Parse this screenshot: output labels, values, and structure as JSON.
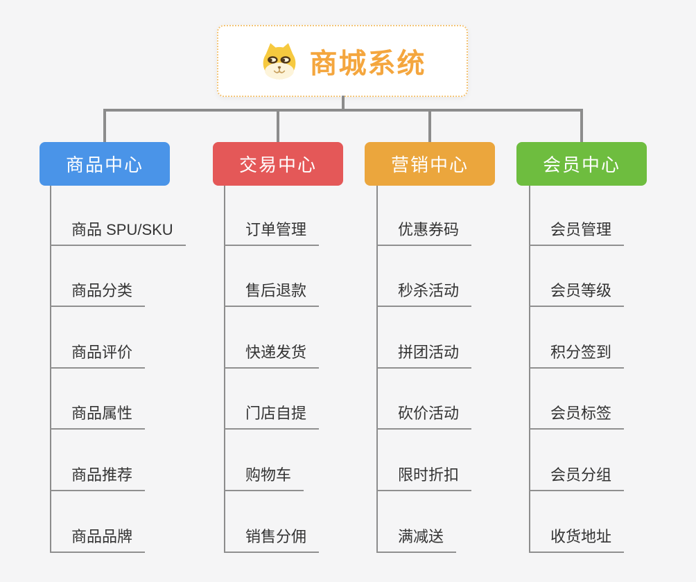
{
  "root": {
    "title": "商城系统",
    "icon": "dog-face-icon"
  },
  "branches": [
    {
      "label": "商品中心",
      "color": "#4a94e8",
      "items": [
        "商品 SPU/SKU",
        "商品分类",
        "商品评价",
        "商品属性",
        "商品推荐",
        "商品品牌"
      ]
    },
    {
      "label": "交易中心",
      "color": "#e45858",
      "items": [
        "订单管理",
        "售后退款",
        "快递发货",
        "门店自提",
        "购物车",
        "销售分佣"
      ]
    },
    {
      "label": "营销中心",
      "color": "#ebA63d",
      "items": [
        "优惠券码",
        "秒杀活动",
        "拼团活动",
        "砍价活动",
        "限时折扣",
        "满减送"
      ]
    },
    {
      "label": "会员中心",
      "color": "#6ebd3f",
      "items": [
        "会员管理",
        "会员等级",
        "积分签到",
        "会员标签",
        "会员分组",
        "收货地址"
      ]
    }
  ],
  "colors": {
    "background": "#f5f5f6",
    "connector": "#8c8c8c",
    "leaf_line": "#8f8f8f",
    "leaf_text": "#333333",
    "root_accent": "#f4a63e",
    "root_border": "#f4c476"
  }
}
